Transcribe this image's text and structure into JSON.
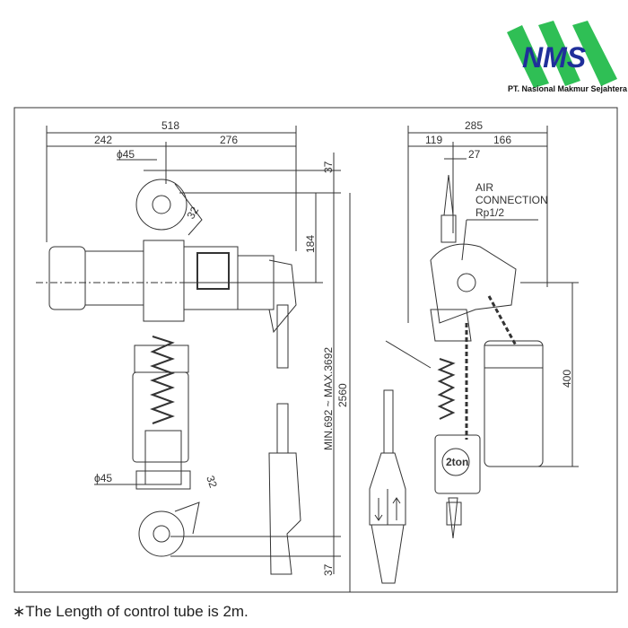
{
  "logo": {
    "text": "NMS",
    "company": "PT. Nasional Makmur Sejahtera",
    "green": "#2fbf55",
    "blue": "#1f2f9a"
  },
  "front_view": {
    "total_width": "518",
    "left_width": "242",
    "right_width": "276",
    "top_hook_diameter": "ϕ45",
    "top_hook_opening": "32",
    "bottom_hook_diameter": "ϕ45",
    "bottom_hook_opening": "32",
    "top_offset": "37",
    "body_height": "184",
    "lift_range": "MIN.692 ~ MAX.3692",
    "overall": "2560",
    "bottom_offset": "37"
  },
  "side_view": {
    "total_width": "285",
    "left_width": "119",
    "right_width": "166",
    "offset": "27",
    "air_connection": [
      "AIR",
      "CONNECTION",
      "Rp1/2"
    ],
    "chain_bag_height": "400",
    "capacity_label": "2ton"
  },
  "footnote": "∗The Length of control tube is 2m."
}
